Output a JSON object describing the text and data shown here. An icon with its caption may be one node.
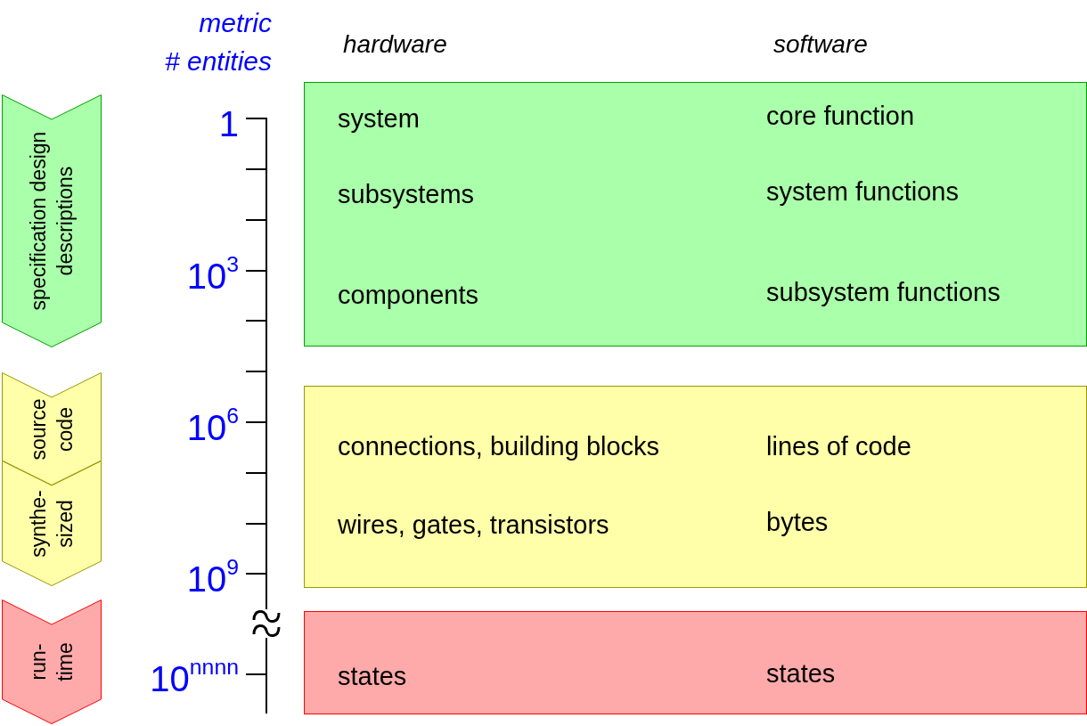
{
  "diagram": {
    "nodes": [
      {
        "text": [
          "specification design descriptions"
        ]
      },
      {
        "text": [
          "source code"
        ]
      },
      {
        "text": [
          "synthe- sized"
        ]
      },
      {
        "text": [
          "run- time"
        ]
      },
      {
        "text": [
          "system",
          "core function",
          "subsystems",
          "system functions",
          "components",
          "subsystem functions"
        ]
      },
      {
        "text": [
          "connections, building blocks",
          "lines of code",
          "wires, gates, transistors",
          "bytes"
        ]
      },
      {
        "text": [
          "states",
          "states"
        ]
      }
    ],
    "labels": [
      "metric",
      "# entities",
      "hardware",
      "software",
      "1",
      "10$^{3}$",
      "10$^{6}$",
      "10$^{9}$",
      "10$^{nnnn}$"
    ]
  }
}
